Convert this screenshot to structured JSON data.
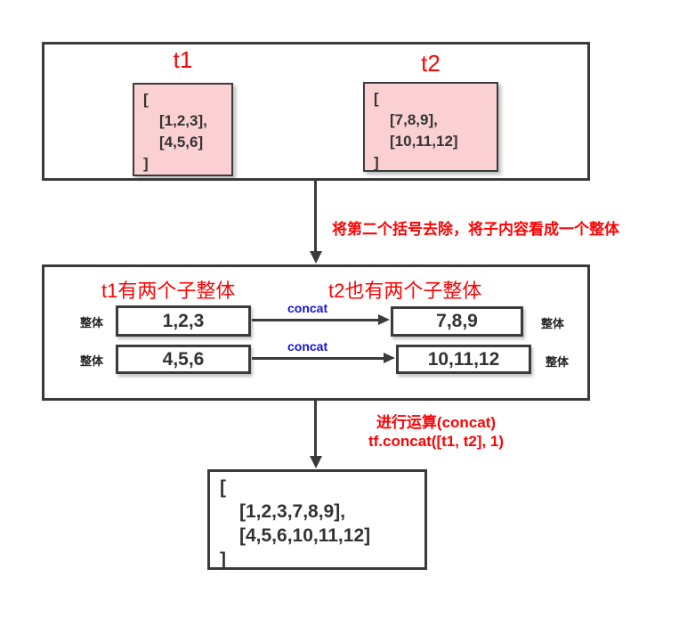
{
  "colors": {
    "red": "#fa0405",
    "blue": "#1315d9",
    "dark": "#3b3b3b",
    "pink": "#fbd0d3"
  },
  "top_section": {
    "t1_label": "t1",
    "t2_label": "t2",
    "t1_tensor": {
      "lines": [
        "[",
        "[1,2,3],",
        "[4,5,6]",
        "]"
      ]
    },
    "t2_tensor": {
      "lines": [
        "[",
        "[7,8,9],",
        "[10,11,12]",
        "]"
      ]
    }
  },
  "step1_annotation": "将第二个括号去除，将子内容看成一个整体",
  "middle_section": {
    "t1_heading": "t1有两个子整体",
    "t2_heading": "t2也有两个子整体",
    "rows": [
      {
        "left_label": "整体",
        "left_value": "1,2,3",
        "arrow_label": "concat",
        "right_value": "7,8,9",
        "right_label": "整体"
      },
      {
        "left_label": "整体",
        "left_value": "4,5,6",
        "arrow_label": "concat",
        "right_value": "10,11,12",
        "right_label": "整体"
      }
    ]
  },
  "step2_annotation": {
    "line1": "进行运算(concat)",
    "line2": "tf.concat([t1, t2], 1)"
  },
  "result_section": {
    "lines": [
      "[",
      "[1,2,3,7,8,9],",
      "[4,5,6,10,11,12]",
      "]"
    ]
  }
}
